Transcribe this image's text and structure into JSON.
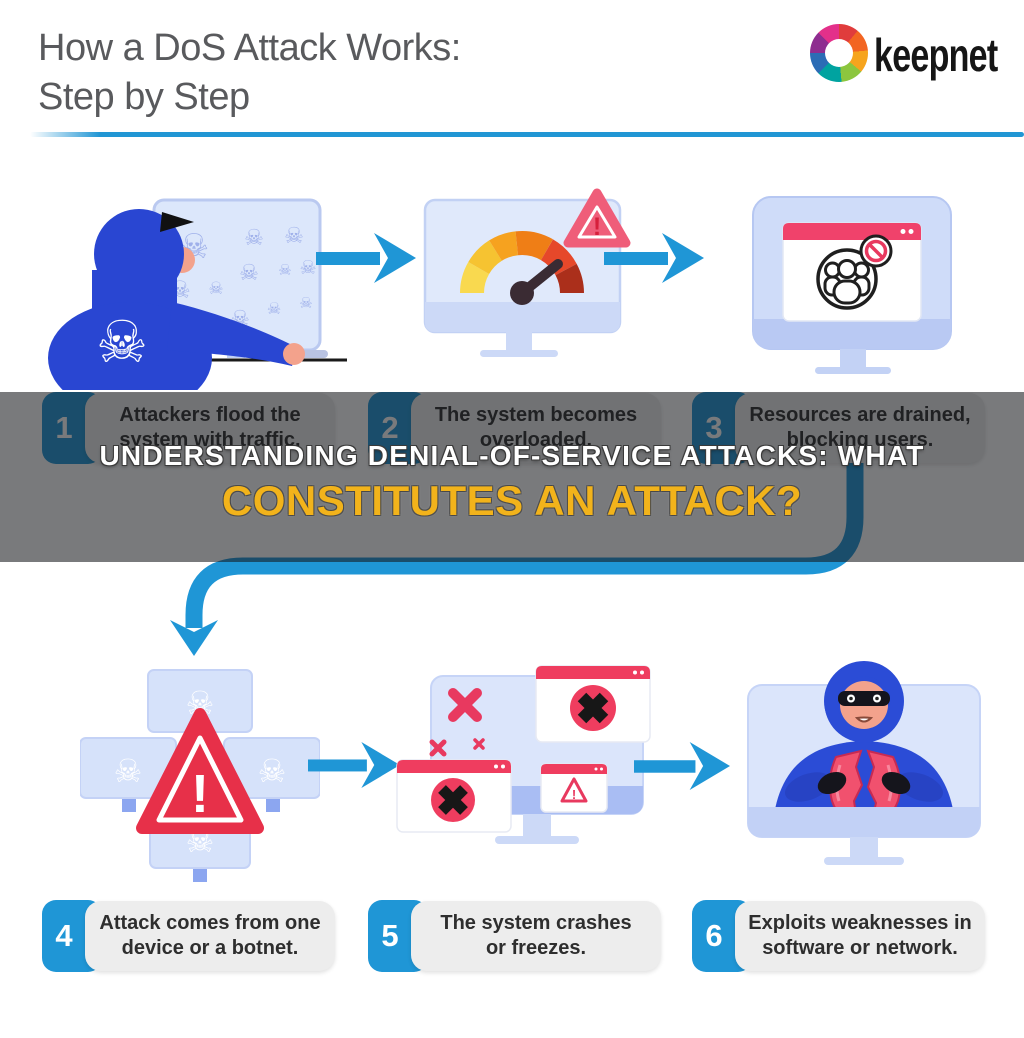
{
  "header": {
    "title_line1": "How a DoS Attack Works:",
    "title_line2": "Step by Step",
    "brand": "keepnet"
  },
  "banner": {
    "line1": "UNDERSTANDING DENIAL-OF-SERVICE ATTACKS: WHAT",
    "line2": "CONSTITUTES AN ATTACK?"
  },
  "steps": [
    {
      "number": "1",
      "label_line1": "Attackers flood the",
      "label_line2": "system with traffic."
    },
    {
      "number": "2",
      "label_line1": "The system becomes",
      "label_line2": "overloaded."
    },
    {
      "number": "3",
      "label_line1": "Resources are drained,",
      "label_line2": "blocking users."
    },
    {
      "number": "4",
      "label_line1": "Attack comes from one",
      "label_line2": "device or a botnet."
    },
    {
      "number": "5",
      "label_line1": "The system crashes",
      "label_line2": "or freezes."
    },
    {
      "number": "6",
      "label_line1": "Exploits weaknesses in",
      "label_line2": "software or network."
    }
  ],
  "glyphs": {
    "skull": "☠",
    "exclamation": "!"
  },
  "colors": {
    "accent_blue": "#1F96D6",
    "banner_yellow": "#F2B31B",
    "alert_pink_red": "#EF5D79",
    "alert_red": "#E73049",
    "hoodie_blue": "#2B4CD6",
    "monitor_blue": "#DBE5FB",
    "label_gray": "#EDEDED",
    "title_gray": "#595A5D"
  }
}
